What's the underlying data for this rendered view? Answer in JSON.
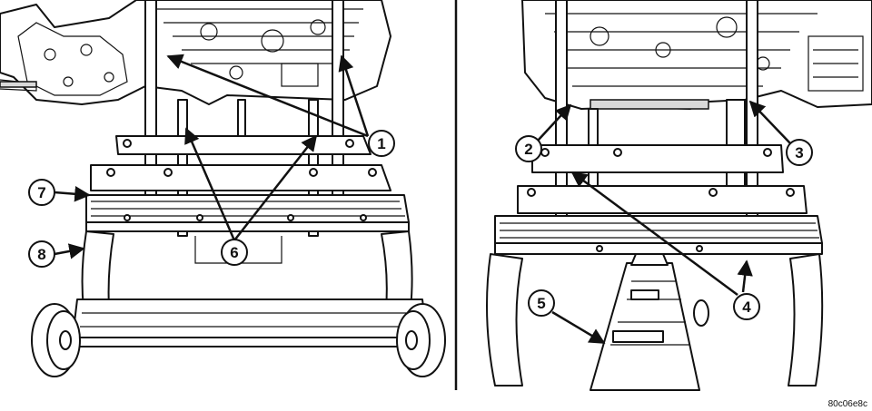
{
  "figure": {
    "callouts": {
      "c1": "1",
      "c2": "2",
      "c3": "3",
      "c4": "4",
      "c5": "5",
      "c6": "6",
      "c7": "7",
      "c8": "8"
    },
    "figure_code": "80c06e8c"
  }
}
